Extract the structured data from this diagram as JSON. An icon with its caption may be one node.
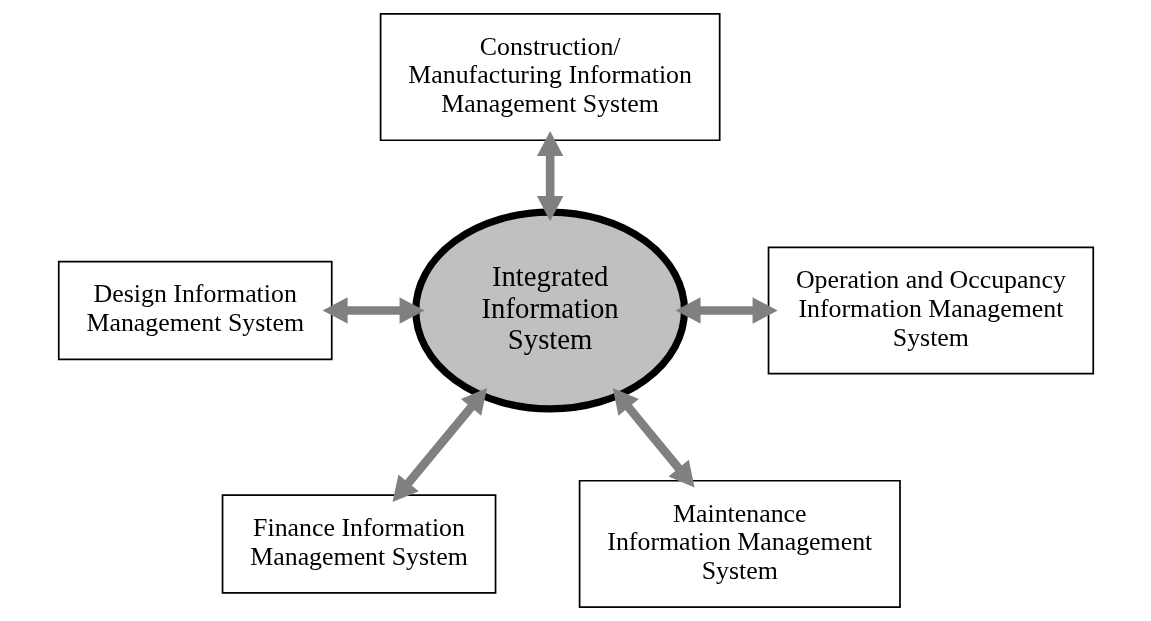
{
  "diagram": {
    "nodes": [
      {
        "text": [
          "Construction/ Manufacturing Information Management System"
        ]
      },
      {
        "text": [
          "Design Information Management System"
        ]
      },
      {
        "text": [
          "Integrated Information System"
        ]
      },
      {
        "text": [
          "Operation and Occupancy Information Management System"
        ]
      },
      {
        "text": [
          "Finance Information Management System"
        ]
      },
      {
        "text": [
          "Maintenance Information Management System"
        ]
      }
    ],
    "edges": [
      {
        "from": 0,
        "to": 2,
        "arrow": "both"
      },
      {
        "from": 1,
        "to": 2,
        "arrow": "both"
      },
      {
        "from": 2,
        "to": 3,
        "arrow": "both"
      },
      {
        "from": 2,
        "to": 4,
        "arrow": "both"
      },
      {
        "from": 2,
        "to": 5,
        "arrow": "both"
      }
    ]
  }
}
